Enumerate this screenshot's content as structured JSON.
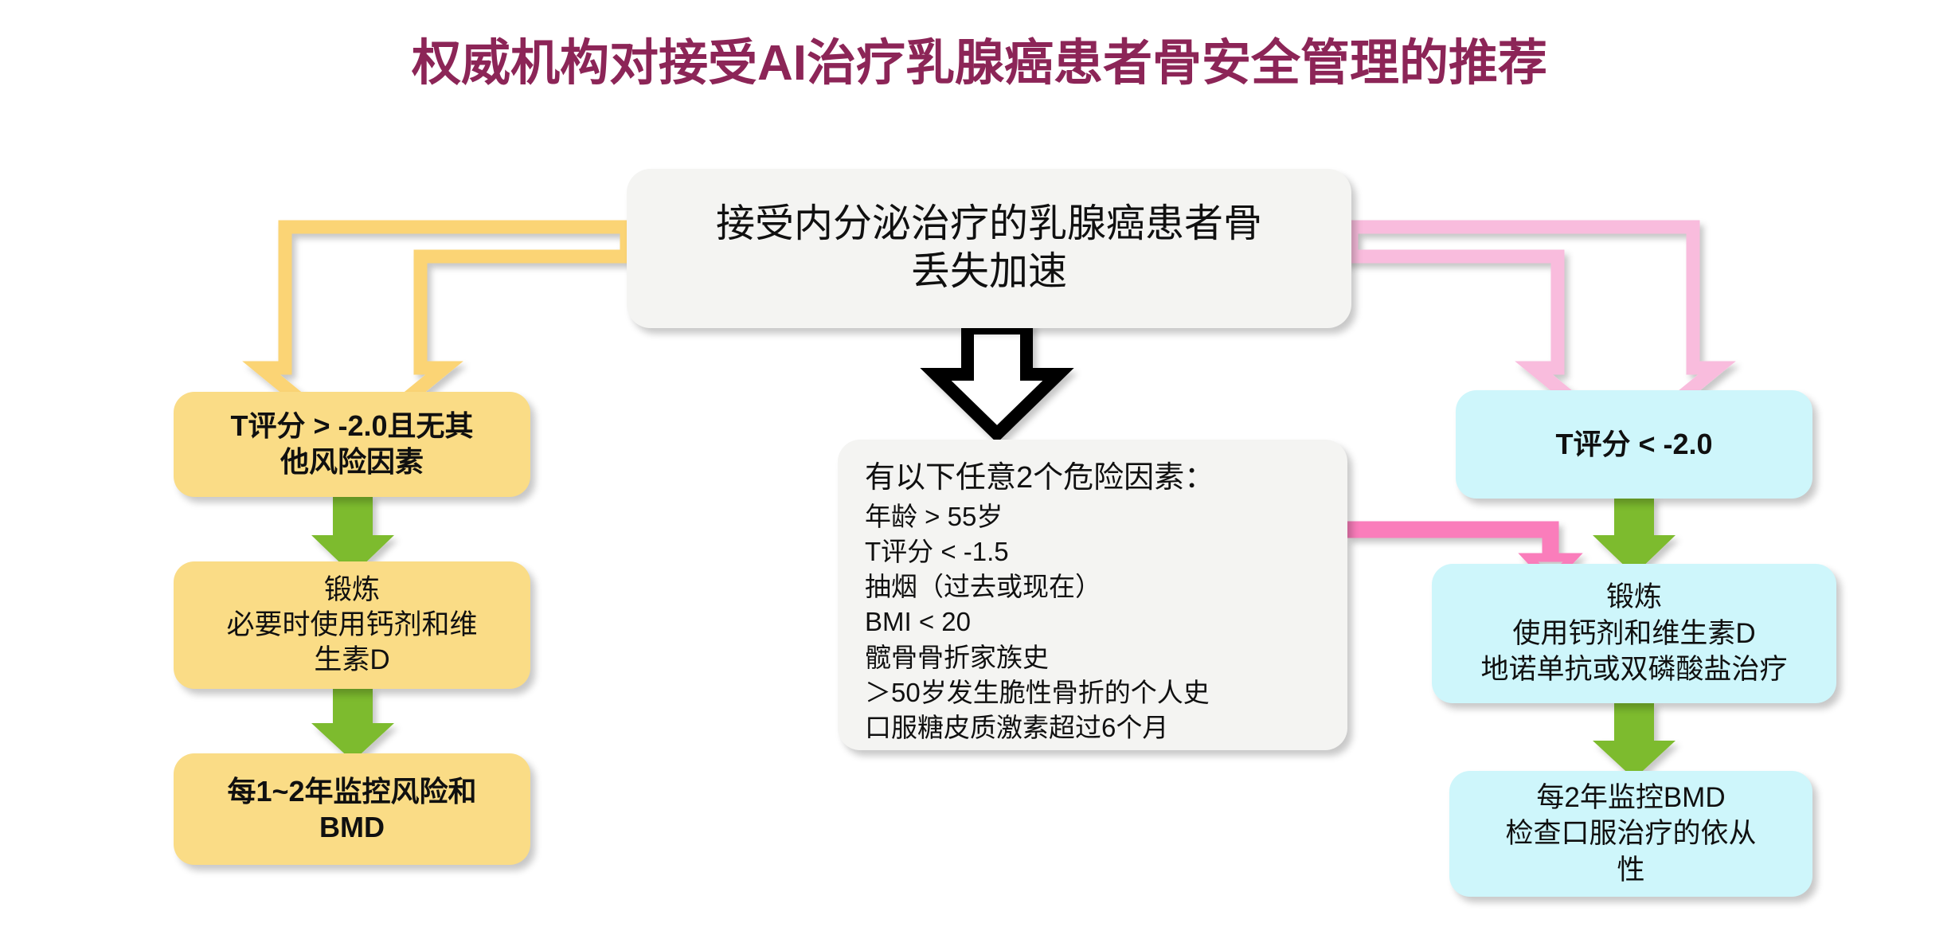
{
  "title": "权威机构对接受AI治疗乳腺癌患者骨安全管理的推荐",
  "colors": {
    "title": "#8C2557",
    "yellow_box": "#FADC86",
    "blue_box": "#CEF6FB",
    "white_box": "#F4F4F2",
    "yellow_arrow": "#FBD474",
    "pink_arrow": "#F9BCDD",
    "hot_pink_arrow": "#FA7DBB",
    "green_arrow": "#7DBB2F",
    "black_arrow": "#000000"
  },
  "nodes": {
    "root": {
      "line1": "接受内分泌治疗的乳腺癌患者骨",
      "line2": "丢失加速"
    },
    "risk": {
      "heading": "有以下任意2个危险因素：",
      "items": [
        "年龄 > 55岁",
        "T评分 < -1.5",
        "抽烟（过去或现在）",
        "BMI < 20",
        "髋骨骨折家族史",
        "＞50岁发生脆性骨折的个人史",
        "口服糖皮质激素超过6个月"
      ]
    },
    "left": {
      "box1": {
        "line1": "T评分 > -2.0且无其",
        "line2": "他风险因素"
      },
      "box2": {
        "line1": "锻炼",
        "line2": "必要时使用钙剂和维",
        "line3": "生素D"
      },
      "box3": {
        "line1": "每1~2年监控风险和",
        "line2": "BMD"
      }
    },
    "right": {
      "box1": {
        "line1": "T评分 < -2.0"
      },
      "box2": {
        "line1": "锻炼",
        "line2": "使用钙剂和维生素D",
        "line3": "地诺单抗或双磷酸盐治疗"
      },
      "box3": {
        "line1": "每2年监控BMD",
        "line2": "检查口服治疗的依从",
        "line3": "性"
      }
    }
  },
  "arrows": {
    "root_to_left": "yellow-elbow-arrow-down-left",
    "root_to_right": "pink-elbow-arrow-down-right",
    "root_to_risk": "black-arrow-down",
    "risk_to_right_treatment": "hot-pink-elbow-arrow-right-down",
    "left_1_to_2": "green-arrow-down",
    "left_2_to_3": "green-arrow-down",
    "right_1_to_2": "green-arrow-down",
    "right_2_to_3": "green-arrow-down"
  }
}
